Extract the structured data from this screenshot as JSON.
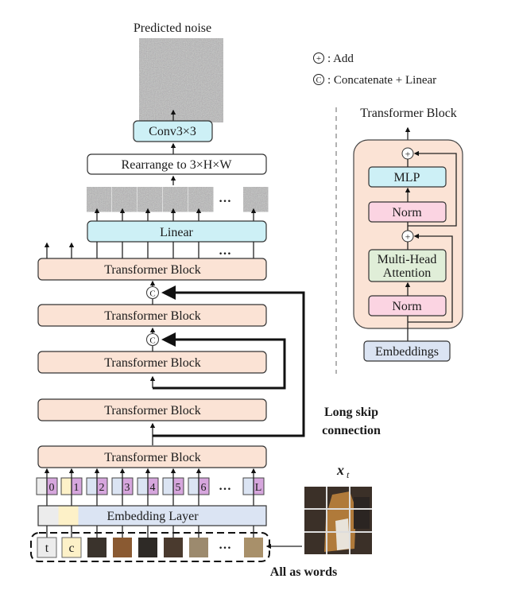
{
  "title_output": "Predicted noise",
  "conv_label": "Conv3×3",
  "rearrange_label": "Rearrange to 3×H×W",
  "linear_label": "Linear",
  "ellipsis": "…",
  "transformer_block_label": "Transformer Block",
  "transformer_blocks": [
    "Transformer Block",
    "Transformer Block",
    "Transformer Block",
    "Transformer Block",
    "Transformer Block"
  ],
  "concat_symbol": "C",
  "add_symbol": "+",
  "skip_label_line1": "Long skip",
  "skip_label_line2": "connection",
  "token_ids": [
    "0",
    "1",
    "2",
    "3",
    "4",
    "5",
    "6",
    "L"
  ],
  "embedding_label": "Embedding Layer",
  "input_tokens": {
    "time": "t",
    "cond": "c"
  },
  "all_as_words": "All as words",
  "xt_label": "x",
  "xt_subscript": "t",
  "legend": {
    "add": ": Add",
    "concat": ": Concatenate + Linear"
  },
  "detail": {
    "title": "Transformer Block",
    "mlp": "MLP",
    "norm_top": "Norm",
    "mha_line1": "Multi-Head",
    "mha_line2": "Attention",
    "norm_bottom": "Norm",
    "embeddings": "Embeddings"
  },
  "colors": {
    "transformer": "#fbe3d5",
    "linear": "#cdf0f6",
    "norm": "#fbd4e2",
    "mha": "#e0eed8",
    "embed": "#dbe4f3",
    "token_pos": "#d6a6dd",
    "token_t": "#ececec",
    "token_c": "#fdf1c8"
  }
}
